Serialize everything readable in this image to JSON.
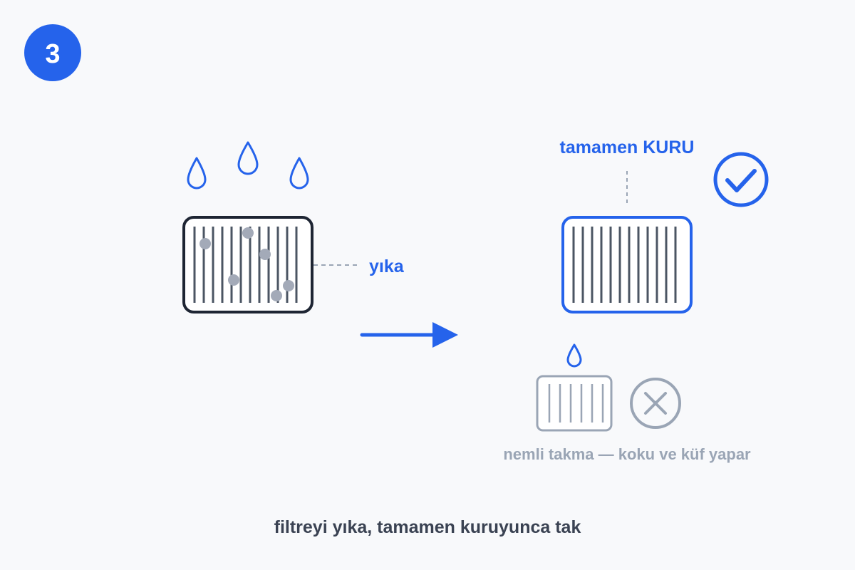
{
  "step": {
    "number": "3"
  },
  "labels": {
    "wash": "yıka",
    "fully_dry": "tamamen KURU",
    "warning": "nemli takma — koku ve küf yapar",
    "caption": "filtreyi yıka, tamamen kuruyunca tak"
  },
  "icons": {
    "water_drops": "water-drop-icon",
    "arrow": "arrow-right-icon",
    "check": "check-circle-icon",
    "cross": "x-circle-icon"
  },
  "colors": {
    "background": "#f8f9fb",
    "accent_blue": "#2563eb",
    "dark": "#1e2533",
    "slate": "#4b5563",
    "muted_gray": "#9aa5b5",
    "dirt_dot": "#a3aab8"
  }
}
